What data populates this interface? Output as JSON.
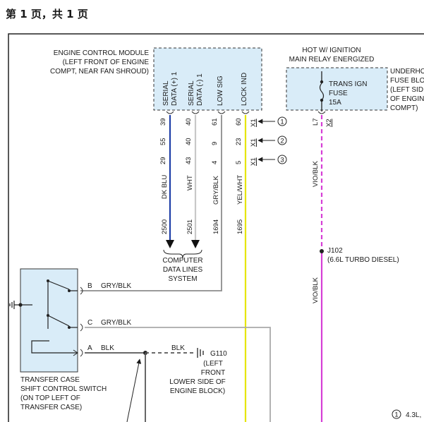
{
  "header": {
    "page_label": "第 1 页，共 1 页"
  },
  "ecm": {
    "title_lines": [
      "ENGINE CONTROL MODULE",
      "(LEFT FRONT OF ENGINE",
      "COMPT, NEAR FAN SHROUD)"
    ],
    "pins": [
      {
        "label_lines": [
          "SERIAL",
          "DATA (+) 1"
        ],
        "pin_a": "39",
        "pin_b": "55",
        "pin_c": "29",
        "wire_color": "DK BLU",
        "circuit": "2500",
        "line_hex": "#1f3fa8"
      },
      {
        "label_lines": [
          "SERIAL",
          "DATA (-) 1"
        ],
        "pin_a": "40",
        "pin_b": "40",
        "pin_c": "43",
        "wire_color": "WHT",
        "circuit": "2501",
        "line_hex": "#c8c8c8"
      },
      {
        "label_lines": [
          "LOW SIG"
        ],
        "pin_a": "61",
        "pin_b": "9",
        "pin_c": "4",
        "wire_color": "GRY/BLK",
        "circuit": "1694",
        "line_hex": "#8c8c8c"
      },
      {
        "label_lines": [
          "LOCK IND"
        ],
        "pin_a": "60",
        "pin_b": "23",
        "pin_c": "5",
        "wire_color": "YEL/WHT",
        "circuit": "1695",
        "line_hex": "#e6e600"
      }
    ],
    "connectors": [
      {
        "name": "X1",
        "note": "1"
      },
      {
        "name": "X1",
        "note": "2"
      },
      {
        "name": "X1",
        "note": "3"
      }
    ]
  },
  "computer_data_lines": {
    "label_lines": [
      "COMPUTER",
      "DATA LINES",
      "SYSTEM"
    ]
  },
  "relay": {
    "label_lines": [
      "HOT W/ IGNITION",
      "MAIN RELAY ENERGIZED"
    ]
  },
  "fuse_block": {
    "label_lines": [
      "UNDERHO",
      "FUSE BLO",
      "(LEFT SID",
      "OF ENGIN",
      "COMPT)"
    ],
    "fuse_lines": [
      "TRANS IGN",
      "FUSE",
      "15A"
    ],
    "pin_a": "L7",
    "pin_b": "X2",
    "wire_color": "VIO/BLK",
    "line_hex": "#d63fd6"
  },
  "splice": {
    "name": "J102",
    "note": "(6.6L TURBO DIESEL)"
  },
  "switch": {
    "label_lines": [
      "TRANSFER CASE",
      "SHIFT CONTROL SWITCH",
      "(ON TOP LEFT OF",
      "TRANSFER CASE)"
    ],
    "terminals": [
      {
        "letter": "B",
        "wire_color": "GRY/BLK"
      },
      {
        "letter": "C",
        "wire_color": "GRY/BLK"
      },
      {
        "letter": "A",
        "wire_color": "BLK"
      }
    ]
  },
  "ground": {
    "wire_color": "BLK",
    "name": "G110",
    "label_lines": [
      "(LEFT",
      "FRONT",
      "LOWER SIDE OF",
      "ENGINE BLOCK)"
    ]
  },
  "footnote": {
    "marker": "1",
    "text": "4.3L,"
  },
  "colors": {
    "module_fill": "#d9ecf8",
    "module_border": "#333333"
  }
}
